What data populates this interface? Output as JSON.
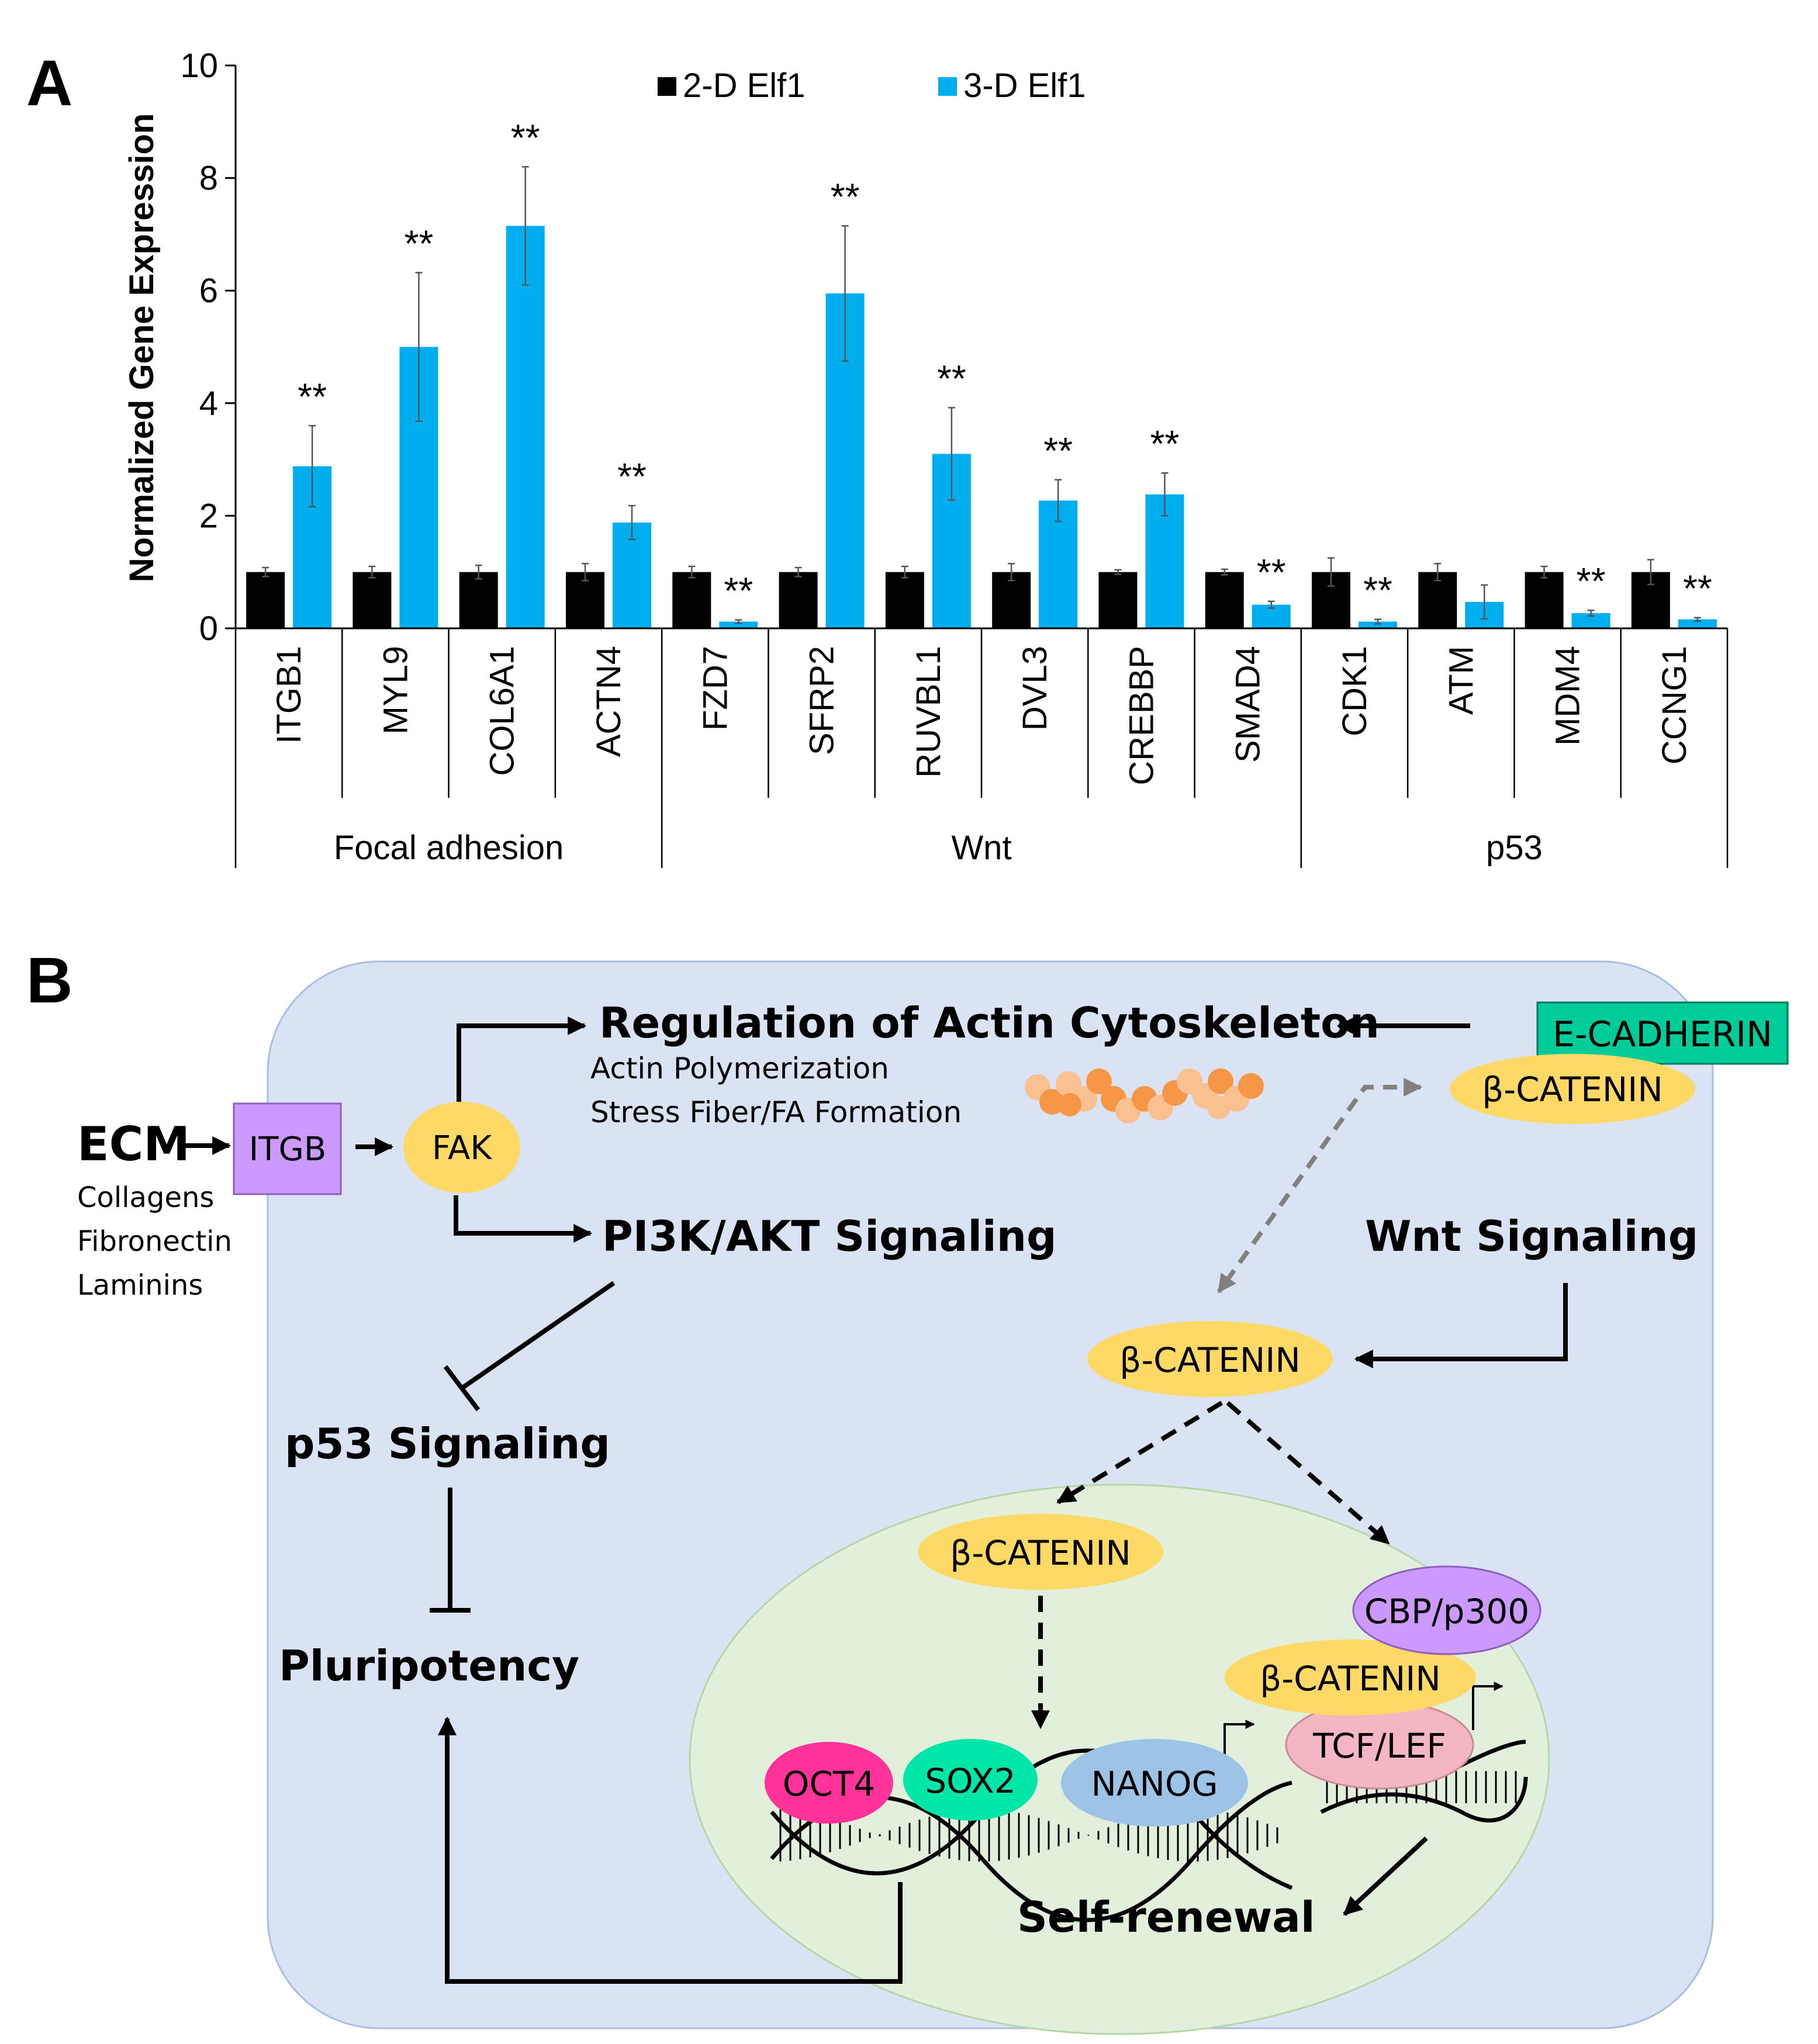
{
  "panelA": {
    "label": "A",
    "legend": [
      {
        "name": "2-D Elf1",
        "color": "#000000"
      },
      {
        "name": "3-D Elf1",
        "color": "#00aeef"
      }
    ]
  },
  "panelB": {
    "label": "B",
    "ecm": {
      "title": "ECM",
      "items": [
        "Collagens",
        "Fibronectin",
        "Laminins"
      ]
    },
    "itgb": "ITGB",
    "fak": "FAK",
    "actin_title": "Regulation of Actin Cytoskeleton",
    "actin_sub1": "Actin Polymerization",
    "actin_sub2": "Stress Fiber/FA Formation",
    "pi3k": "PI3K/AKT Signaling",
    "p53": "p53 Signaling",
    "pluripotency": "Pluripotency",
    "ecadherin": "E-CADHERIN",
    "bcat_membrane": "β-CATENIN",
    "wnt": "Wnt Signaling",
    "bcat_cyto": "β-CATENIN",
    "bcat_nucleus": "β-CATENIN",
    "cbp": "CBP/p300",
    "bcat_complex": "β-CATENIN",
    "tcf": "TCF/LEF",
    "oct4": "OCT4",
    "sox2": "SOX2",
    "nanog": "NANOG",
    "self_renewal": "Self-renewal",
    "colors": {
      "cell": "#dae3f3",
      "nucleus": "#e2efda",
      "oval_orange": "#ffd966",
      "itgb": "#cc99ff",
      "ecad": "#00cc99",
      "oct4": "#ff3399",
      "sox2": "#00e6a8",
      "nanog": "#9dc3e6",
      "tcf": "#f4b6c2"
    }
  },
  "chart_data": {
    "type": "bar",
    "ylabel": "Normalized Gene Expression",
    "ylim": [
      0,
      10
    ],
    "yticks": [
      0,
      2,
      4,
      6,
      8,
      10
    ],
    "categories": [
      "ITGB1",
      "MYL9",
      "COL6A1",
      "ACTN4",
      "FZD7",
      "SFRP2",
      "RUVBL1",
      "DVL3",
      "CREBBP",
      "SMAD4",
      "CDK1",
      "ATM",
      "MDM4",
      "CCNG1"
    ],
    "groups": [
      {
        "name": "Focal adhesion",
        "start": 0,
        "end": 3
      },
      {
        "name": "Wnt",
        "start": 4,
        "end": 9
      },
      {
        "name": "p53",
        "start": 10,
        "end": 13
      }
    ],
    "series": [
      {
        "name": "2-D Elf1",
        "color": "#000000",
        "values": [
          1,
          1,
          1,
          1,
          1,
          1,
          1,
          1,
          1,
          1,
          1,
          1,
          1,
          1
        ],
        "errors": [
          0.08,
          0.1,
          0.12,
          0.15,
          0.1,
          0.08,
          0.1,
          0.15,
          0.04,
          0.05,
          0.25,
          0.15,
          0.1,
          0.22
        ]
      },
      {
        "name": "3-D Elf1",
        "color": "#00aeef",
        "values": [
          2.88,
          5.0,
          7.15,
          1.88,
          0.12,
          5.95,
          3.1,
          2.27,
          2.38,
          0.42,
          0.12,
          0.47,
          0.27,
          0.16
        ],
        "errors": [
          0.72,
          1.32,
          1.05,
          0.3,
          0.03,
          1.2,
          0.82,
          0.37,
          0.38,
          0.06,
          0.04,
          0.3,
          0.05,
          0.03
        ]
      }
    ],
    "annotations": [
      "**",
      "**",
      "**",
      "**",
      "**",
      "**",
      "**",
      "**",
      "**",
      "**",
      "**",
      "",
      "**",
      "**"
    ]
  }
}
